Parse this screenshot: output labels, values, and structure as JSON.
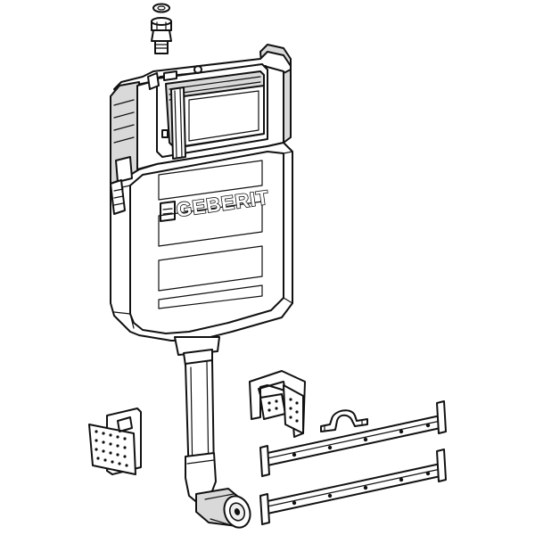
{
  "diagram": {
    "brand_text": "GEBERIT",
    "parts": [
      "cistern-body",
      "inspection-opening",
      "water-connection-valve",
      "flush-pipe",
      "pipe-elbow",
      "left-wall-bracket",
      "right-wall-bracket",
      "pipe-clamp",
      "fixing-rail-upper",
      "fixing-rail-lower"
    ]
  }
}
